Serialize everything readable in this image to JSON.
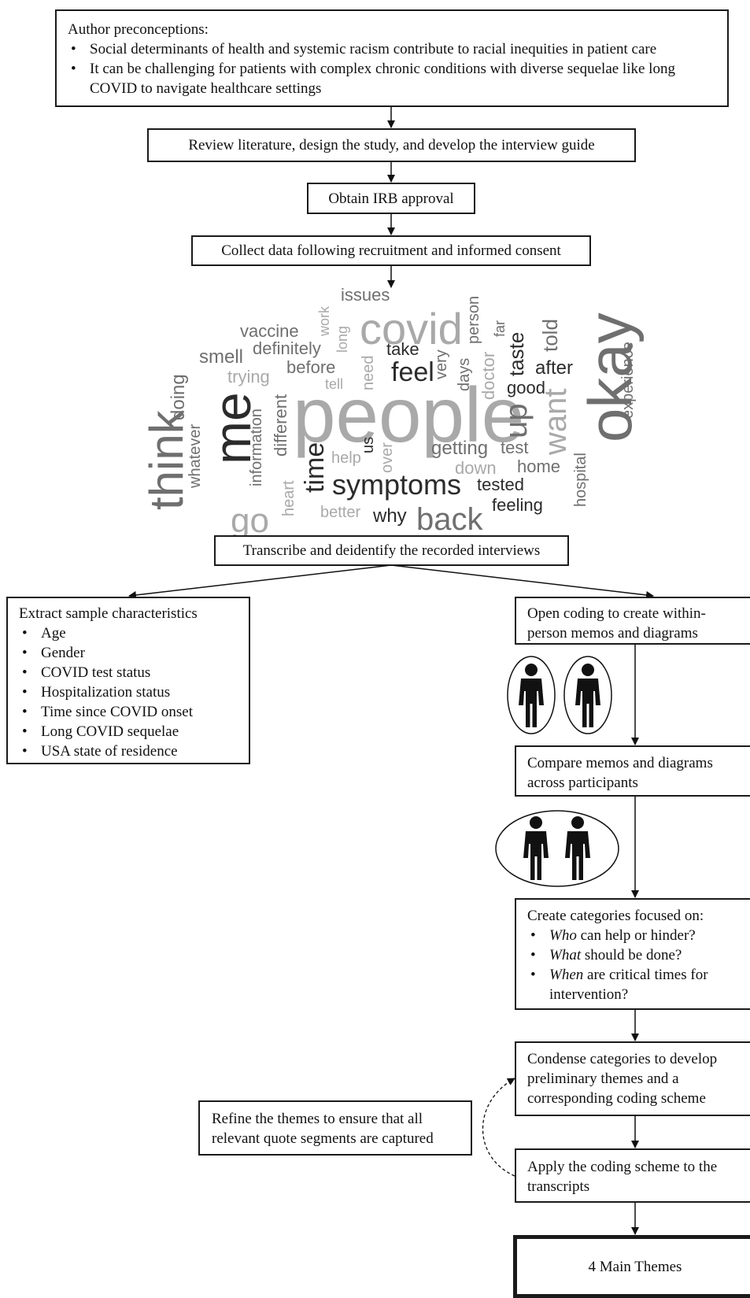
{
  "preconceptions": {
    "heading": "Author preconceptions:",
    "bullets": [
      "Social determinants of health and systemic racism contribute to racial inequities in patient care",
      "It can be challenging for patients with complex chronic conditions with diverse sequelae like long COVID to navigate healthcare settings"
    ]
  },
  "steps": {
    "review": "Review literature, design the study, and develop the interview guide",
    "irb": "Obtain IRB approval",
    "collect": "Collect data following recruitment and informed consent",
    "transcribe": "Transcribe and deidentify the recorded interviews"
  },
  "word_cloud": [
    {
      "text": "people",
      "shade": "#a9a9a9"
    },
    {
      "text": "okay",
      "shade": "#6f6f6f"
    },
    {
      "text": "me",
      "shade": "#2b2b2b"
    },
    {
      "text": "covid",
      "shade": "#a9a9a9"
    },
    {
      "text": "think",
      "shade": "#6f6f6f"
    },
    {
      "text": "symptoms",
      "shade": "#2b2b2b"
    },
    {
      "text": "back",
      "shade": "#6f6f6f"
    },
    {
      "text": "go",
      "shade": "#a9a9a9"
    },
    {
      "text": "time",
      "shade": "#2b2b2b"
    },
    {
      "text": "feel",
      "shade": "#2b2b2b"
    },
    {
      "text": "up",
      "shade": "#6f6f6f"
    },
    {
      "text": "want",
      "shade": "#a9a9a9"
    },
    {
      "text": "issues",
      "shade": "#6f6f6f"
    },
    {
      "text": "vaccine",
      "shade": "#6f6f6f"
    },
    {
      "text": "definitely",
      "shade": "#6f6f6f"
    },
    {
      "text": "smell",
      "shade": "#6f6f6f"
    },
    {
      "text": "before",
      "shade": "#6f6f6f"
    },
    {
      "text": "take",
      "shade": "#2b2b2b"
    },
    {
      "text": "trying",
      "shade": "#a9a9a9"
    },
    {
      "text": "tell",
      "shade": "#a9a9a9"
    },
    {
      "text": "work",
      "shade": "#a9a9a9"
    },
    {
      "text": "long",
      "shade": "#a9a9a9"
    },
    {
      "text": "need",
      "shade": "#a9a9a9"
    },
    {
      "text": "very",
      "shade": "#6f6f6f"
    },
    {
      "text": "days",
      "shade": "#6f6f6f"
    },
    {
      "text": "doctor",
      "shade": "#a9a9a9"
    },
    {
      "text": "person",
      "shade": "#6f6f6f"
    },
    {
      "text": "far",
      "shade": "#6f6f6f"
    },
    {
      "text": "taste",
      "shade": "#2b2b2b"
    },
    {
      "text": "told",
      "shade": "#6f6f6f"
    },
    {
      "text": "after",
      "shade": "#2b2b2b"
    },
    {
      "text": "good",
      "shade": "#2b2b2b"
    },
    {
      "text": "experience",
      "shade": "#6f6f6f"
    },
    {
      "text": "doing",
      "shade": "#6f6f6f"
    },
    {
      "text": "whatever",
      "shade": "#6f6f6f"
    },
    {
      "text": "information",
      "shade": "#6f6f6f"
    },
    {
      "text": "different",
      "shade": "#6f6f6f"
    },
    {
      "text": "help",
      "shade": "#a9a9a9"
    },
    {
      "text": "us",
      "shade": "#2b2b2b"
    },
    {
      "text": "over",
      "shade": "#a9a9a9"
    },
    {
      "text": "getting",
      "shade": "#6f6f6f"
    },
    {
      "text": "test",
      "shade": "#6f6f6f"
    },
    {
      "text": "down",
      "shade": "#a9a9a9"
    },
    {
      "text": "home",
      "shade": "#6f6f6f"
    },
    {
      "text": "tested",
      "shade": "#2b2b2b"
    },
    {
      "text": "feeling",
      "shade": "#2b2b2b"
    },
    {
      "text": "hospital",
      "shade": "#6f6f6f"
    },
    {
      "text": "heart",
      "shade": "#a9a9a9"
    },
    {
      "text": "better",
      "shade": "#a9a9a9"
    },
    {
      "text": "why",
      "shade": "#2b2b2b"
    }
  ],
  "sample": {
    "heading": "Extract sample characteristics",
    "items": [
      "Age",
      "Gender",
      "COVID test status",
      "Hospitalization status",
      "Time since COVID onset",
      "Long COVID sequelae",
      "USA state of residence"
    ]
  },
  "coding": {
    "open_line1": "Open coding to create within-",
    "open_line2": "person memos and diagrams",
    "compare_line1": "Compare memos and diagrams",
    "compare_line2": "across participants",
    "categories_heading": "Create categories focused on:",
    "cat_who_em": "Who",
    "cat_who_rest": " can help or hinder?",
    "cat_what_em": "What",
    "cat_what_rest": " should be done?",
    "cat_when_em": "When",
    "cat_when_rest": " are critical times for intervention?",
    "condense_line1": "Condense categories to develop",
    "condense_line2": "preliminary themes and a",
    "condense_line3": "corresponding coding scheme",
    "apply_line1": "Apply the coding scheme to the",
    "apply_line2": "transcripts",
    "refine_line1": "Refine the themes to ensure that all",
    "refine_line2": "relevant quote segments are captured",
    "result": "4 Main Themes"
  }
}
